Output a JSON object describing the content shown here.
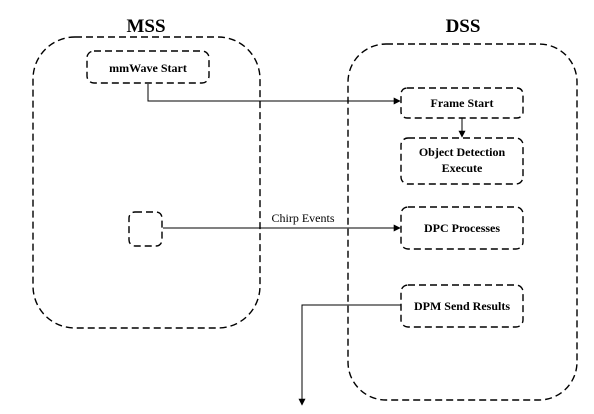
{
  "diagram": {
    "mss": {
      "title": "MSS",
      "start_label": "mmWave Start"
    },
    "dss": {
      "title": "DSS",
      "frame_start_label": "Frame Start",
      "object_detection_label_line1": "Object Detection",
      "object_detection_label_line2": "Execute",
      "dpc_label": "DPC Processes",
      "dpm_label": "DPM Send Results"
    },
    "edges": {
      "chirp_events_label": "Chirp Events"
    }
  }
}
